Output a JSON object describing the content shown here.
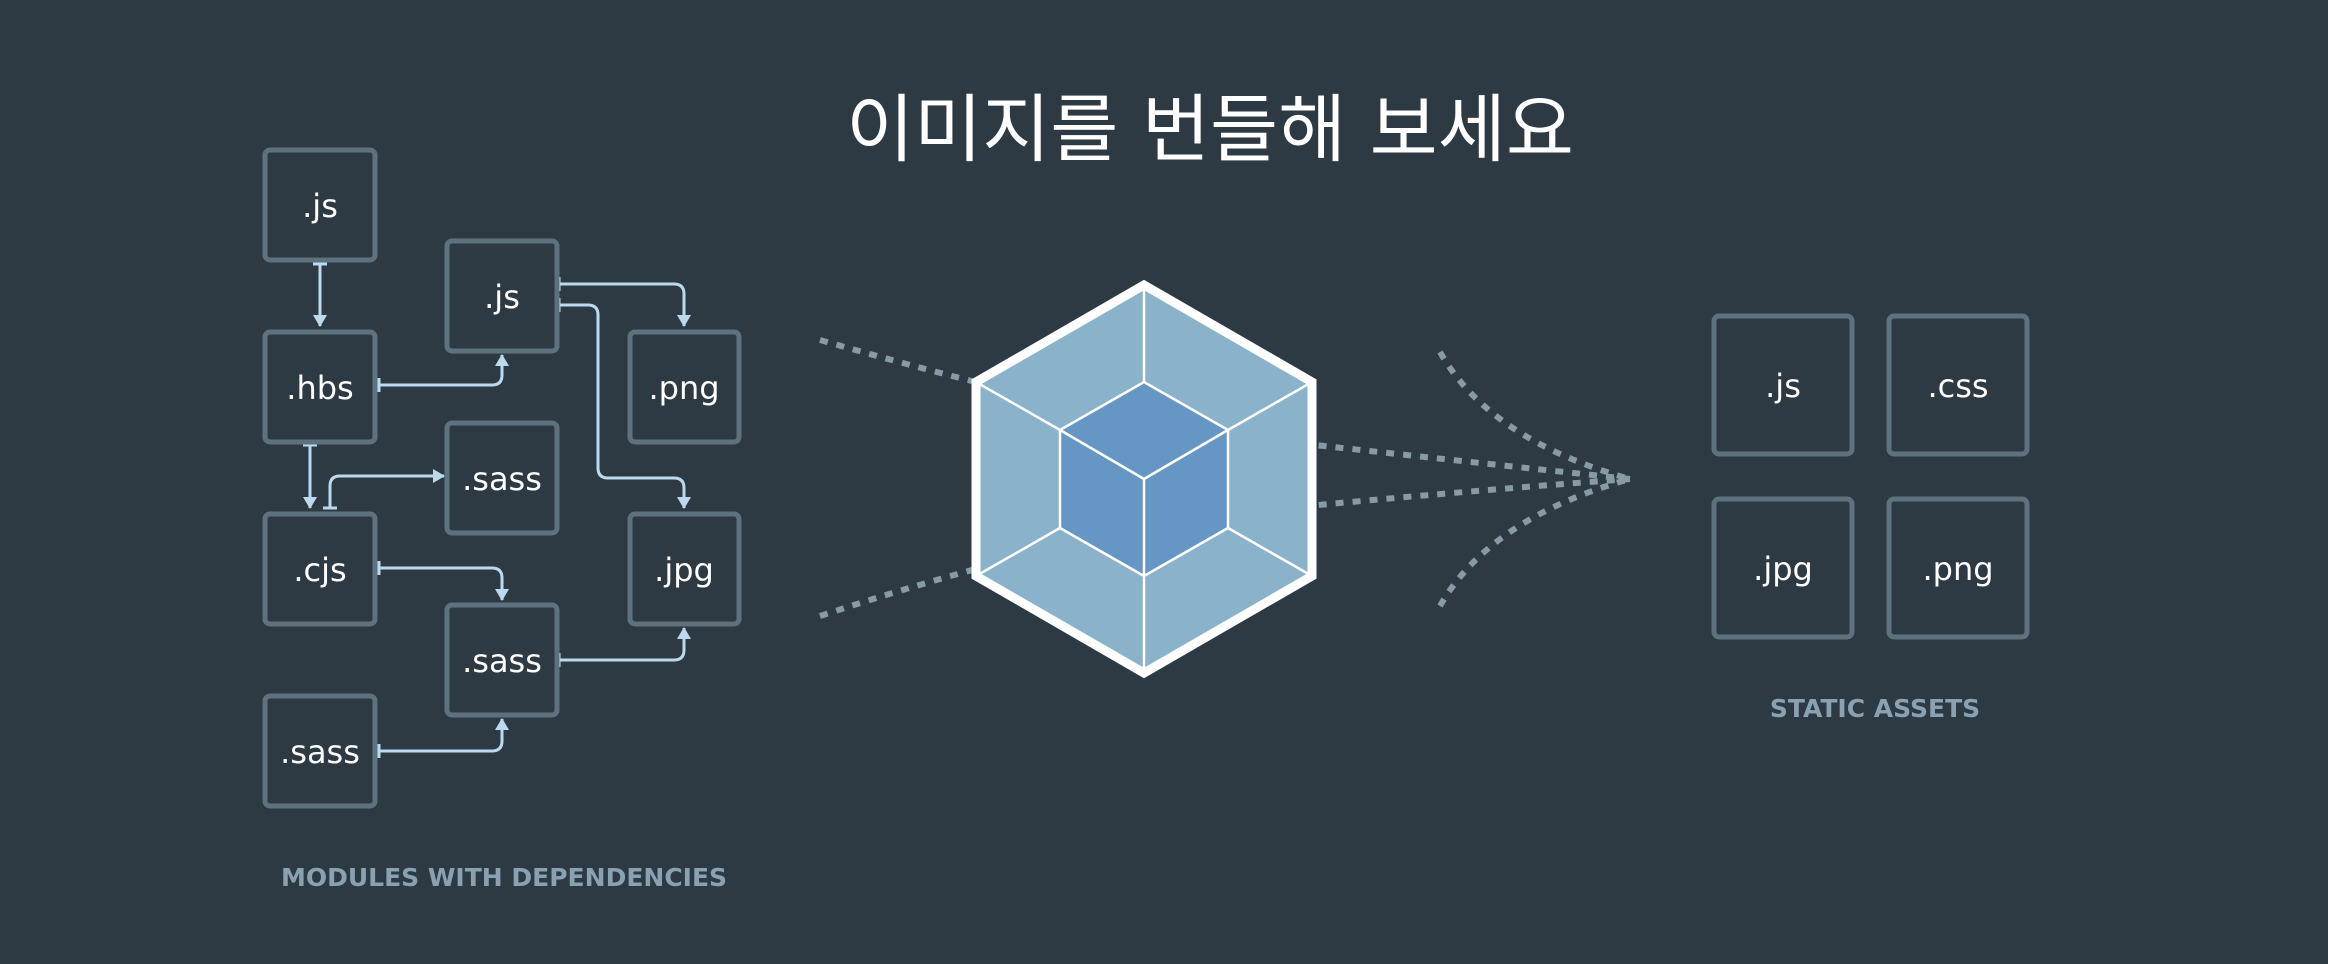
{
  "title": "이미지를 번들해 보세요",
  "modules": {
    "caption": "MODULES WITH DEPENDENCIES",
    "boxes": [
      ".js",
      ".hbs",
      ".cjs",
      ".sass",
      ".js",
      ".sass",
      ".sass",
      ".png",
      ".jpg"
    ]
  },
  "assets": {
    "caption": "STATIC ASSETS",
    "boxes": [
      ".js",
      ".css",
      ".jpg",
      ".png"
    ]
  },
  "colors": {
    "background": "#2d3a43",
    "box_border": "#5e717e",
    "arrow": "#bcd9ee",
    "caption": "#8aa1b1",
    "cube_outer": "#8ab3cb",
    "cube_inner": "#6697c4",
    "cube_outline": "#ffffff"
  }
}
